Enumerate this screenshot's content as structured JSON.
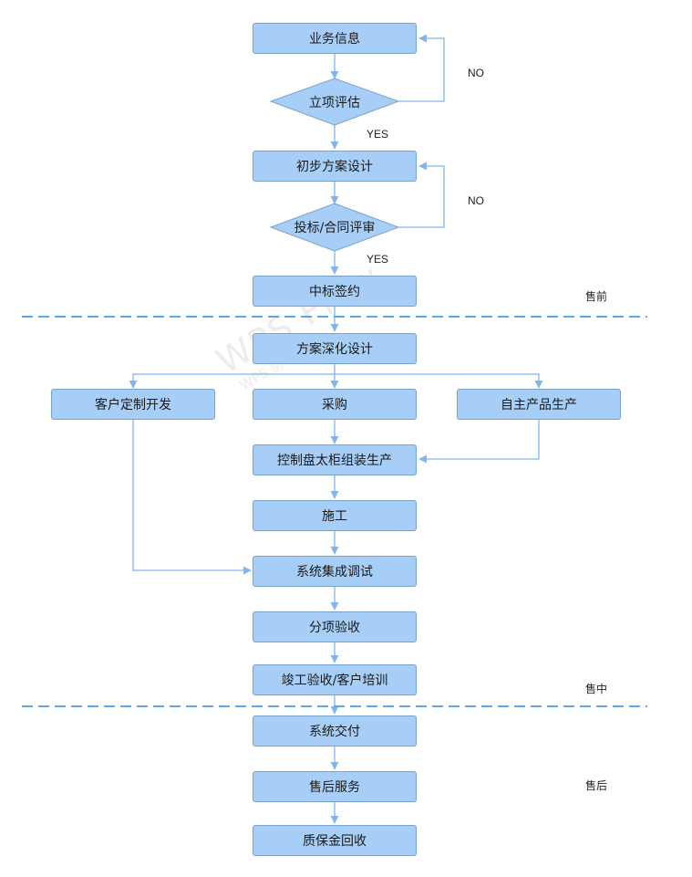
{
  "nodes": {
    "business_info": "业务信息",
    "project_eval": "立项评估",
    "preliminary_design": "初步方案设计",
    "bid_review": "投标/合同评审",
    "win_sign": "中标签约",
    "deep_design": "方案深化设计",
    "custom_dev": "客户定制开发",
    "purchase": "采购",
    "own_product": "自主产品生产",
    "cabinet_assembly": "控制盘太柜组装生产",
    "construction": "施工",
    "integration_debug": "系统集成调试",
    "sub_acceptance": "分项验收",
    "final_acceptance": "竣工验收/客户培训",
    "delivery": "系统交付",
    "after_sales": "售后服务",
    "retention_recovery": "质保金回收"
  },
  "edge_labels": {
    "no_1": "NO",
    "yes_1": "YES",
    "no_2": "NO",
    "yes_2": "YES"
  },
  "phases": {
    "pre_sales": "售前",
    "in_sales": "售中",
    "after_sales": "售后"
  },
  "watermark": {
    "main": "WPS Flow",
    "sub": "WPS 协作图能力"
  },
  "colors": {
    "node_fill": "#a6cef7",
    "node_border": "#7aa3cc",
    "edge": "#7fb6ee",
    "divider": "#5aa7f0"
  }
}
